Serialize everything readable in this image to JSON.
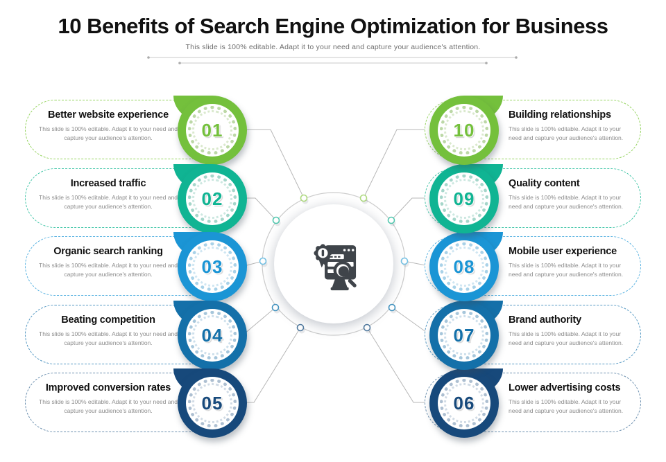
{
  "header": {
    "title": "10 Benefits of Search Engine Optimization for Business",
    "subtitle": "This slide is 100% editable. Adapt it to your need and capture your audience's attention."
  },
  "item_desc": "This slide is 100% editable. Adapt it to your need and capture your audience's attention.",
  "line_color": "#b7b7b7",
  "divider_color": "#c9c9c9",
  "hub": {
    "icon": "seo-search-award-monitor-icon",
    "ring_color": "#cccccc",
    "icon_color": "#3f444a"
  },
  "items": [
    {
      "number": "01",
      "title": "Better website experience",
      "side": "left",
      "row": 0,
      "color": "#74c03c",
      "dash": "#93d35c",
      "ring": "#bcd8a6",
      "node": "#aeda7f"
    },
    {
      "number": "02",
      "title": "Increased traffic",
      "side": "left",
      "row": 1,
      "color": "#10b493",
      "dash": "#45c7a9",
      "ring": "#a5d6ca",
      "node": "#52c8af"
    },
    {
      "number": "03",
      "title": "Organic search ranking",
      "side": "left",
      "row": 2,
      "color": "#1b95d5",
      "dash": "#5cb4e2",
      "ring": "#a9d2e8",
      "node": "#74c2e5"
    },
    {
      "number": "04",
      "title": "Beating competition",
      "side": "left",
      "row": 3,
      "color": "#1470a9",
      "dash": "#4f95c1",
      "ring": "#a6c6db",
      "node": "#4394c0"
    },
    {
      "number": "05",
      "title": "Improved conversion rates",
      "side": "left",
      "row": 4,
      "color": "#17497b",
      "dash": "#688dad",
      "ring": "#adbfd1",
      "node": "#527ba0"
    },
    {
      "number": "06",
      "title": "Lower advertising costs",
      "side": "right",
      "row": 4,
      "color": "#17497b",
      "dash": "#688dad",
      "ring": "#adbfd1",
      "node": "#527ba0"
    },
    {
      "number": "07",
      "title": "Brand authority",
      "side": "right",
      "row": 3,
      "color": "#1470a9",
      "dash": "#4f95c1",
      "ring": "#a6c6db",
      "node": "#4394c0"
    },
    {
      "number": "08",
      "title": "Mobile user experience",
      "side": "right",
      "row": 2,
      "color": "#1b95d5",
      "dash": "#5cb4e2",
      "ring": "#a9d2e8",
      "node": "#74c2e5"
    },
    {
      "number": "09",
      "title": "Quality content",
      "side": "right",
      "row": 1,
      "color": "#10b493",
      "dash": "#45c7a9",
      "ring": "#a5d6ca",
      "node": "#52c8af"
    },
    {
      "number": "10",
      "title": "Building relationships",
      "side": "right",
      "row": 0,
      "color": "#74c03c",
      "dash": "#93d35c",
      "ring": "#bcd8a6",
      "node": "#aeda7f"
    }
  ]
}
